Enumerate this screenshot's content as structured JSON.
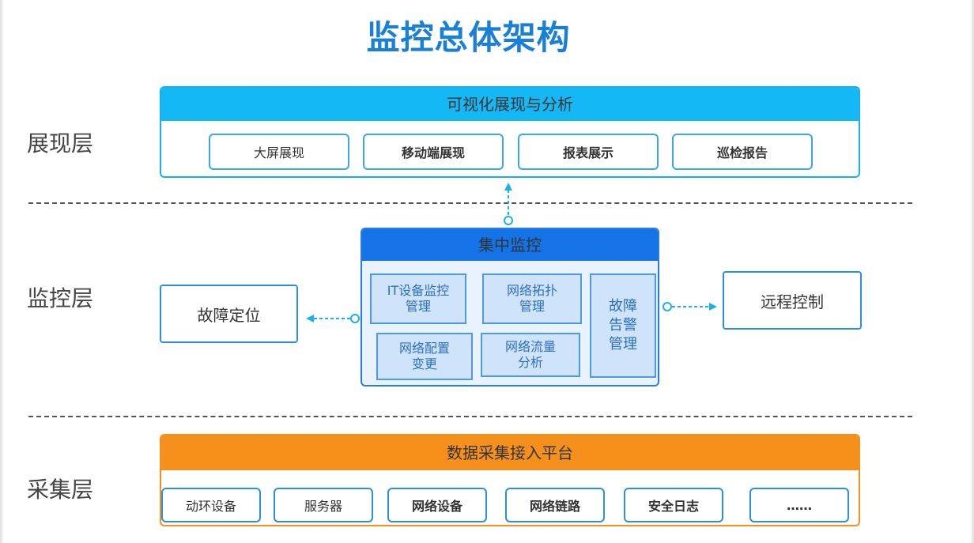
{
  "title": "监控总体架构",
  "layers": {
    "presentation": "展现层",
    "monitoring": "监控层",
    "collection": "采集层"
  },
  "top_panel": {
    "header": "可视化展现与分析",
    "items": [
      "大屏展现",
      "移动端展现",
      "报表展示",
      "巡检报告"
    ]
  },
  "mid_panel": {
    "header": "集中监控",
    "modules": {
      "it_device": "IT设备监控\n管理",
      "topology": "网络拓扑\n管理",
      "alarm": "故障\n告警\n管理",
      "config": "网络配置\n变更",
      "traffic": "网络流量\n分析"
    }
  },
  "side": {
    "fault_location": "故障定位",
    "remote_control": "远程控制"
  },
  "bottom_panel": {
    "header": "数据采集接入平台",
    "items": [
      "动环设备",
      "服务器",
      "网络设备",
      "网络链路",
      "安全日志",
      "……"
    ]
  },
  "colors": {
    "title": "#1a7fd6",
    "cyan_header": "#14b8f5",
    "blue_header": "#1573e8",
    "orange_header": "#f5901c",
    "connector": "#1ab0ee"
  }
}
